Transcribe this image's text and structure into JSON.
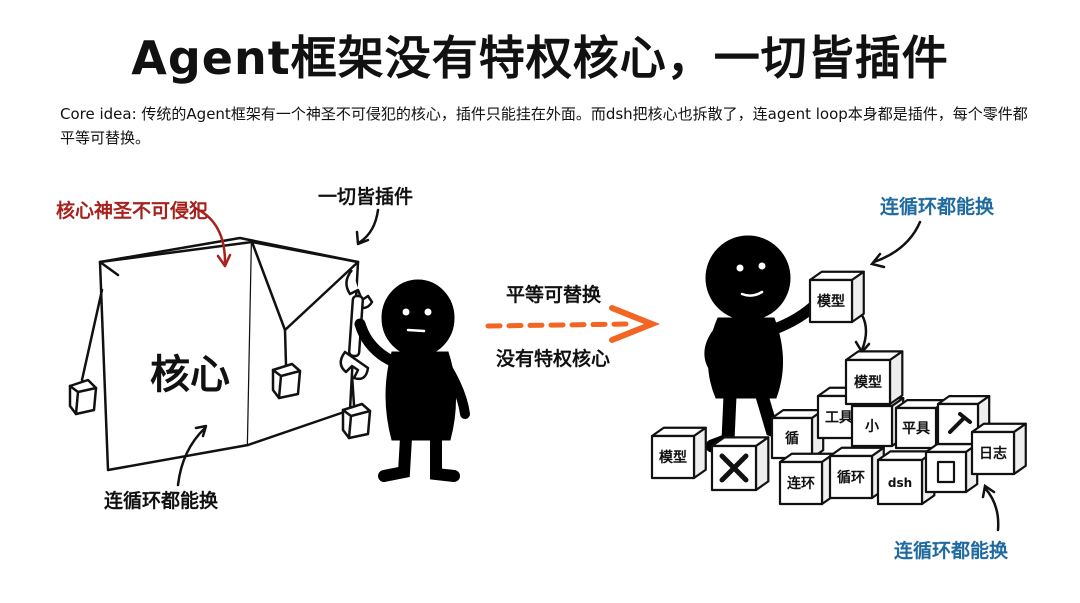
{
  "title": "Agent框架没有特权核心，一切皆插件",
  "subtitle": "Core idea: 传统的Agent框架有一个神圣不可侵犯的核心，插件只能挂在外面。而dsh把核心也拆散了，连agent loop本身都是插件，每个零件都平等可替换。",
  "left": {
    "core_label": "核心",
    "sacred_label": "核心神圣不可侵犯",
    "plugins_label": "一切皆插件",
    "loop_label": "连循环都能换"
  },
  "middle": {
    "top_label": "平等可替换",
    "bottom_label": "没有特权核心"
  },
  "right": {
    "top_label": "连循环都能换",
    "bottom_label": "连循环都能换",
    "held_block": "模型",
    "blocks": [
      "模型",
      "工具",
      "平具",
      "循",
      "小",
      "模型",
      "连环",
      "循环",
      "dsh",
      "日志"
    ]
  },
  "colors": {
    "red": "#a5231c",
    "blue": "#1f6aa0",
    "arrow": "#f26522",
    "ink": "#111111"
  }
}
